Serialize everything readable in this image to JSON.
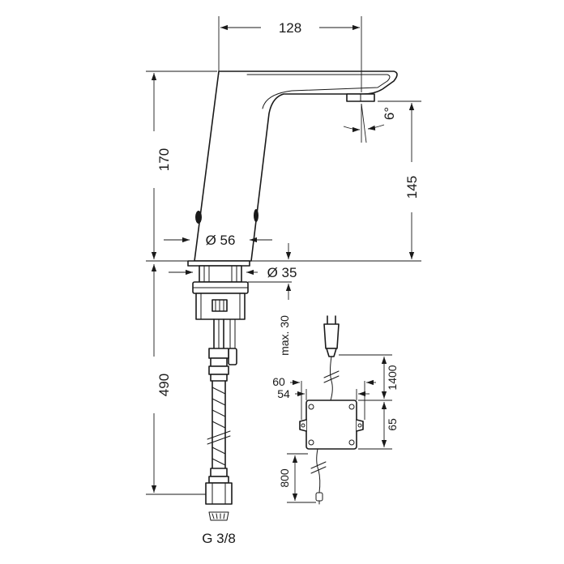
{
  "drawing": {
    "dimensions": {
      "spout_reach": "128",
      "body_height": "170",
      "outlet_height": "145",
      "spout_angle": "6°",
      "body_diameter": "Ø 56",
      "hole_diameter": "Ø 35",
      "max_deck_thickness": "max. 30",
      "hose_length": "490",
      "thread": "G 3/8",
      "plug_cable": "1400",
      "box_width_outer": "60",
      "box_width_inner": "54",
      "box_height": "65",
      "sensor_cable": "800"
    },
    "colors": {
      "ink": "#1a1a1a",
      "background": "#ffffff"
    }
  }
}
